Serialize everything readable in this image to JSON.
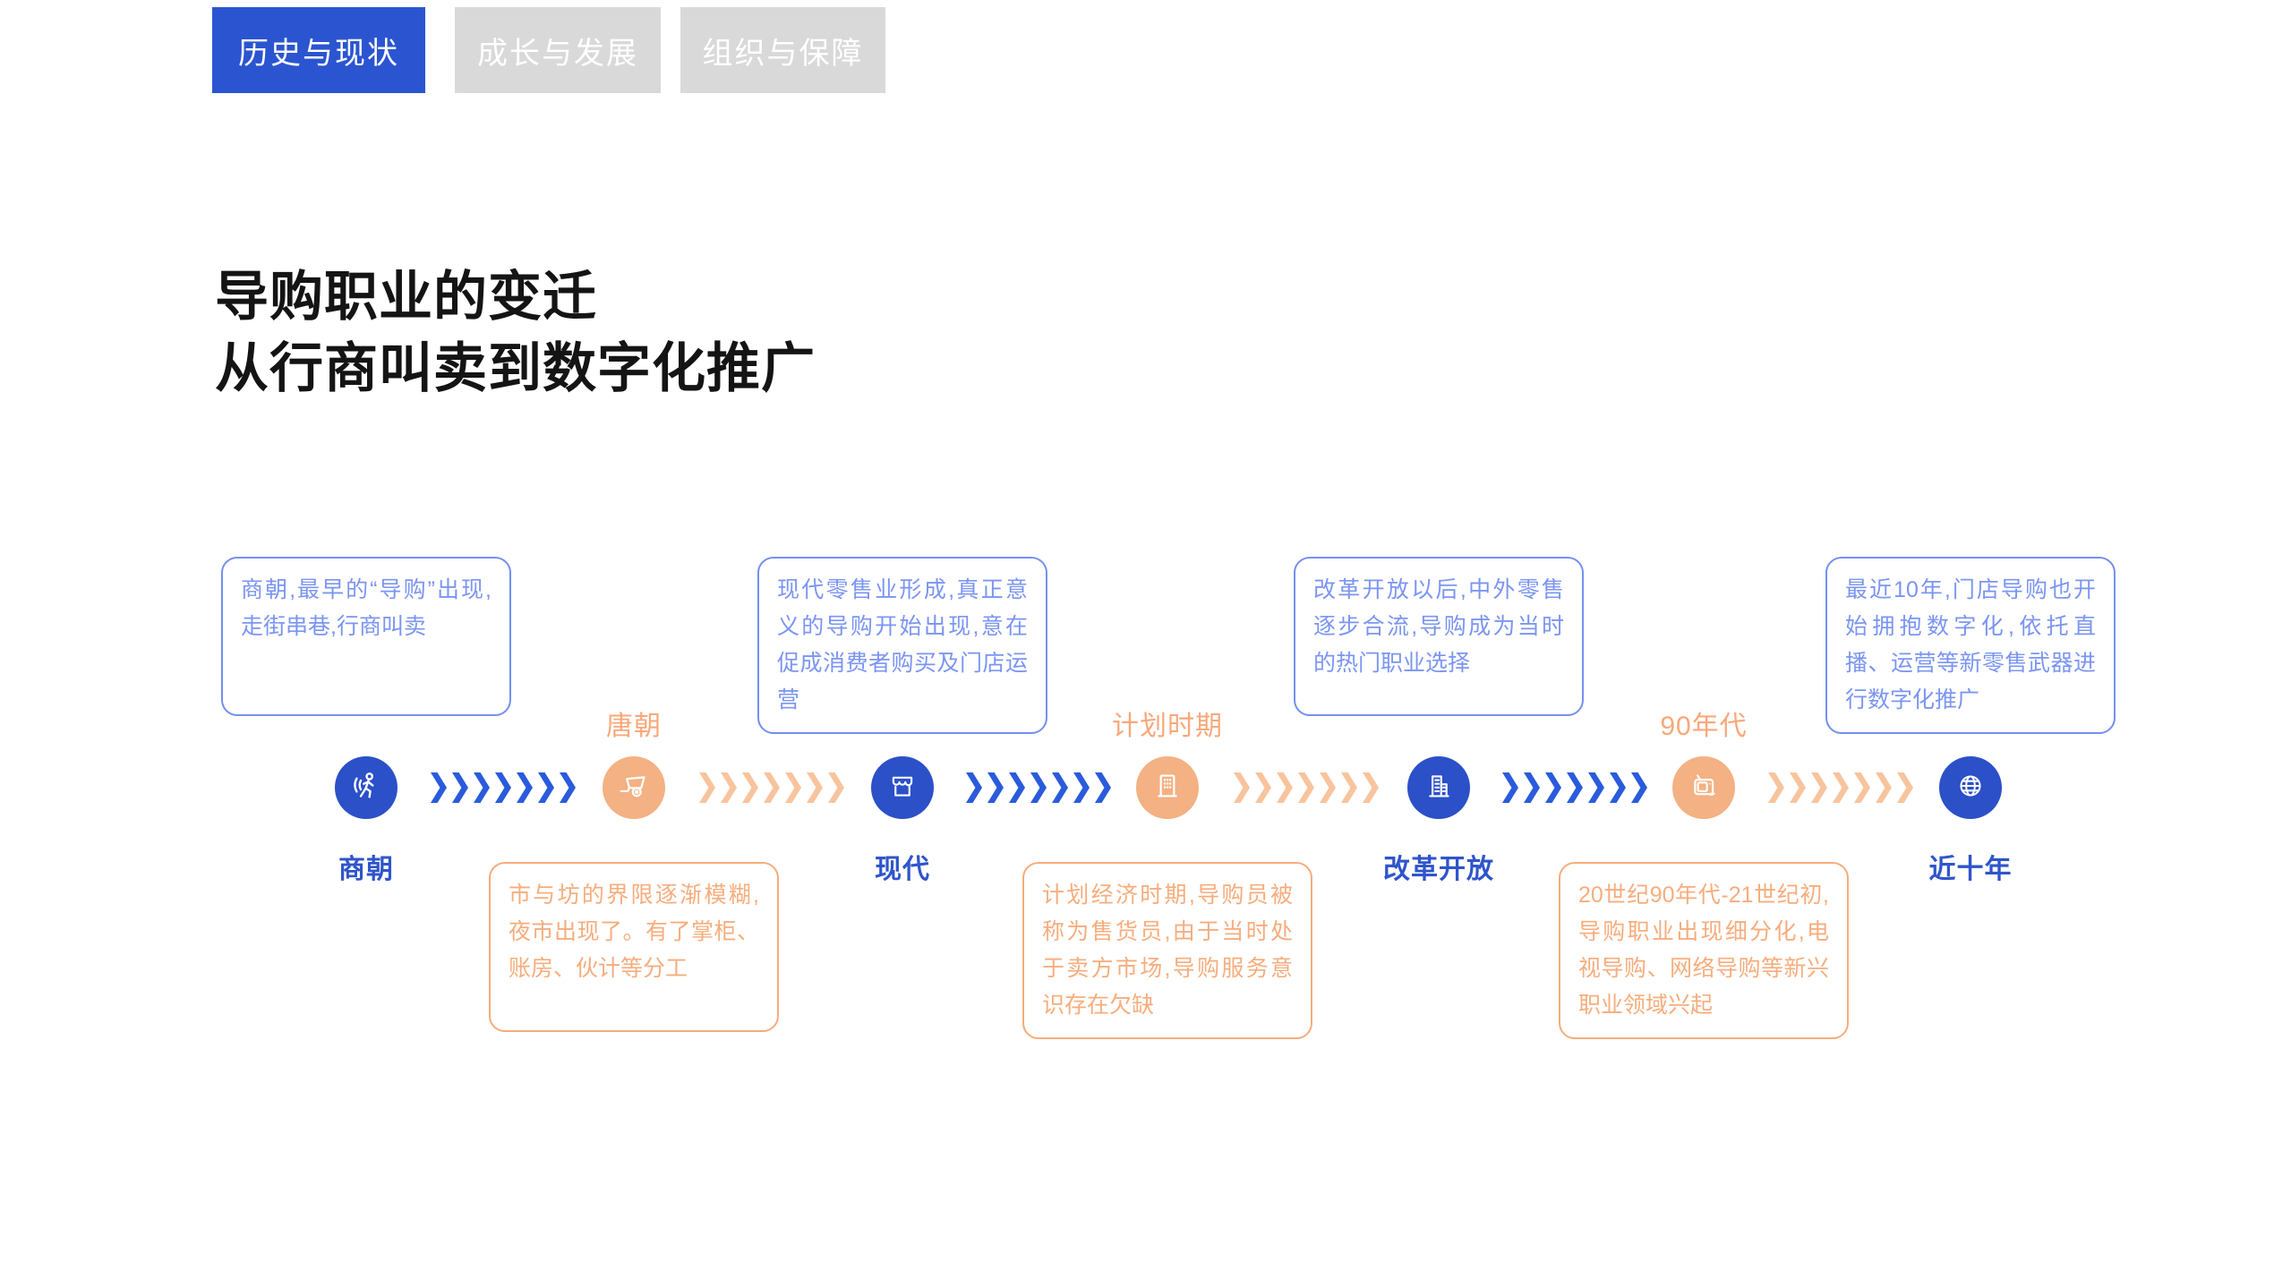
{
  "tabs": [
    {
      "label": "历史与现状",
      "active": true
    },
    {
      "label": "成长与发展",
      "active": false
    },
    {
      "label": "组织与保障",
      "active": false
    }
  ],
  "title": {
    "line1": "导购职业的变迁",
    "line2": "从行商叫卖到数字化推广"
  },
  "timeline": {
    "nodes": [
      {
        "era": "商朝",
        "theme": "blue",
        "icon": "walking-person",
        "label_position": "below",
        "callout_position": "above",
        "callout": "商朝,最早的“导购”出现,走街串巷,行商叫卖"
      },
      {
        "era": "唐朝",
        "theme": "orange",
        "icon": "hand-cart",
        "label_position": "above",
        "callout_position": "below",
        "callout": "市与坊的界限逐渐模糊,夜市出现了。有了掌柜、账房、伙计等分工"
      },
      {
        "era": "现代",
        "theme": "blue",
        "icon": "storefront",
        "label_position": "below",
        "callout_position": "above",
        "callout": "现代零售业形成,真正意义的导购开始出现,意在促成消费者购买及门店运营"
      },
      {
        "era": "计划时期",
        "theme": "orange",
        "icon": "office-building",
        "label_position": "above",
        "callout_position": "below",
        "callout": "计划经济时期,导购员被称为售货员,由于当时处于卖方市场,导购服务意识存在欠缺"
      },
      {
        "era": "改革开放",
        "theme": "blue",
        "icon": "city-buildings",
        "label_position": "below",
        "callout_position": "above",
        "callout": "改革开放以后,中外零售逐步合流,导购成为当时的热门职业选择"
      },
      {
        "era": "90年代",
        "theme": "orange",
        "icon": "television",
        "label_position": "above",
        "callout_position": "below",
        "callout": "20世纪90年代-21世纪初,导购职业出现细分化,电视导购、网络导购等新兴职业领域兴起"
      },
      {
        "era": "近十年",
        "theme": "blue",
        "icon": "globe",
        "label_position": "below",
        "callout_position": "above",
        "callout": "最近10年,门店导购也开始拥抱数字化,依托直播、运营等新零售武器进行数字化推广"
      }
    ]
  },
  "colors": {
    "active_tab": "#2B55D0",
    "inactive_tab": "#D9D9D9",
    "node_blue": "#2B50C8",
    "chevron_blue": "#2A5BDC",
    "era_label_blue": "#2F55CB",
    "callout_blue": "#7390F0",
    "node_orange": "#F4B183",
    "chevron_orange": "#F8C49D",
    "era_label_orange": "#F9A87A",
    "callout_orange": "#F5AC7C",
    "title_text": "#141414"
  }
}
